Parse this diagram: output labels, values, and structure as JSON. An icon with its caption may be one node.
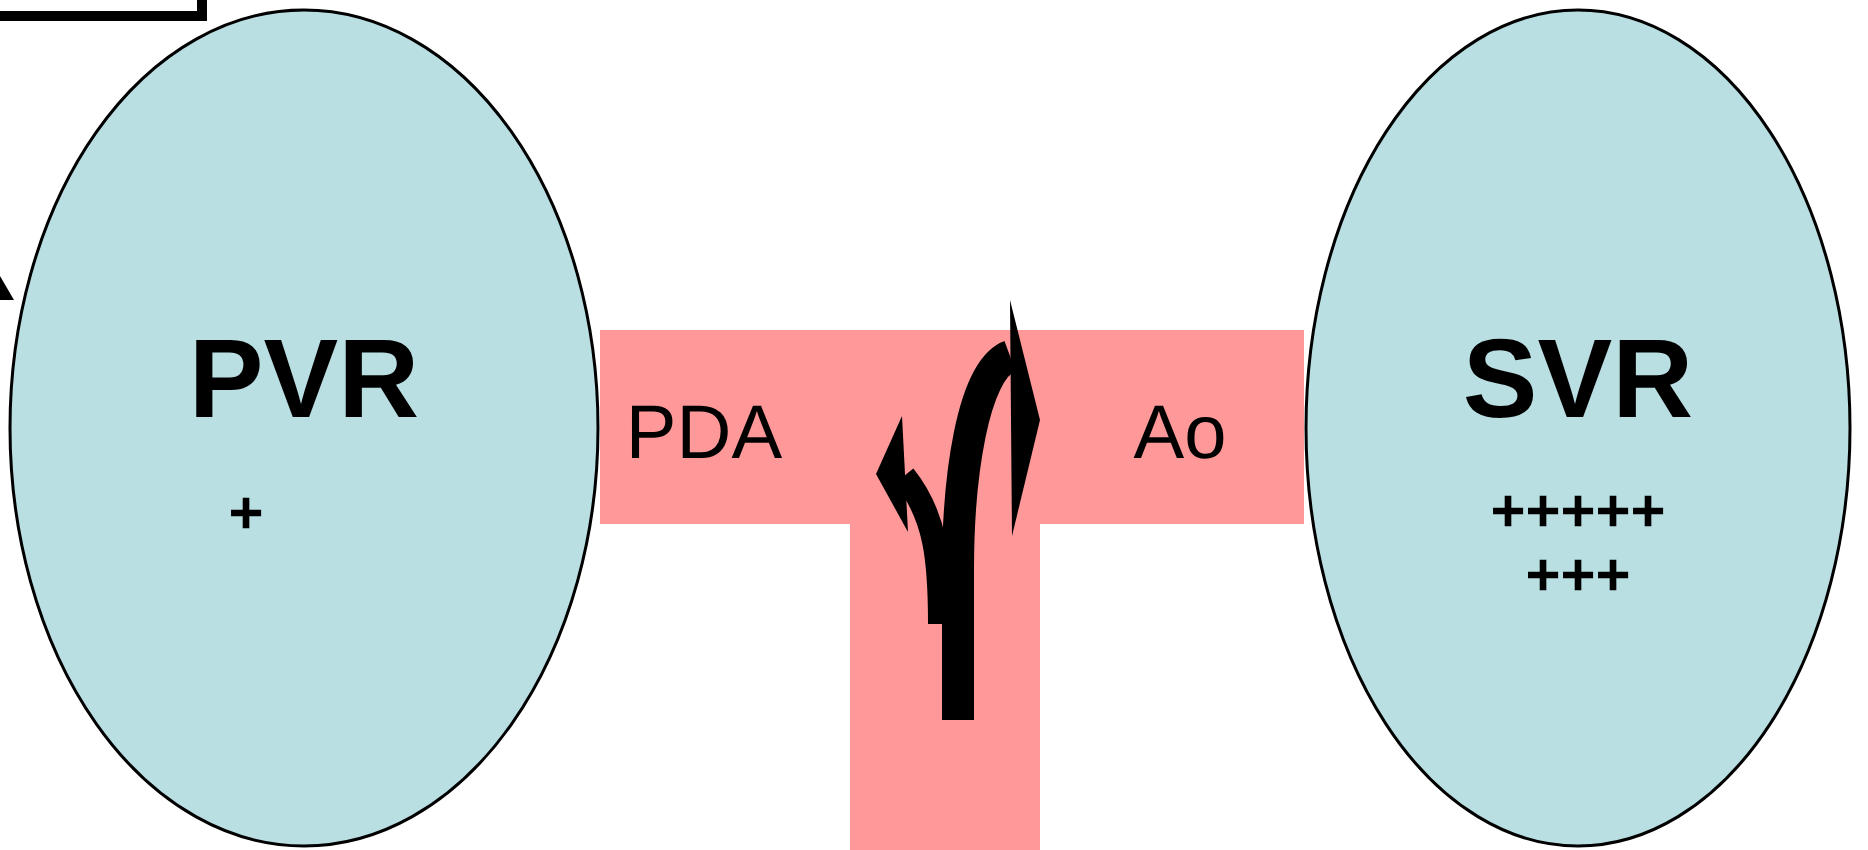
{
  "diagram": {
    "nodes": [
      {
        "text": [
          "PVR",
          "+"
        ]
      },
      {
        "text": [
          "PDA",
          "Ao"
        ]
      },
      {
        "text": [
          "SVR",
          "+++++ +++"
        ]
      }
    ]
  }
}
